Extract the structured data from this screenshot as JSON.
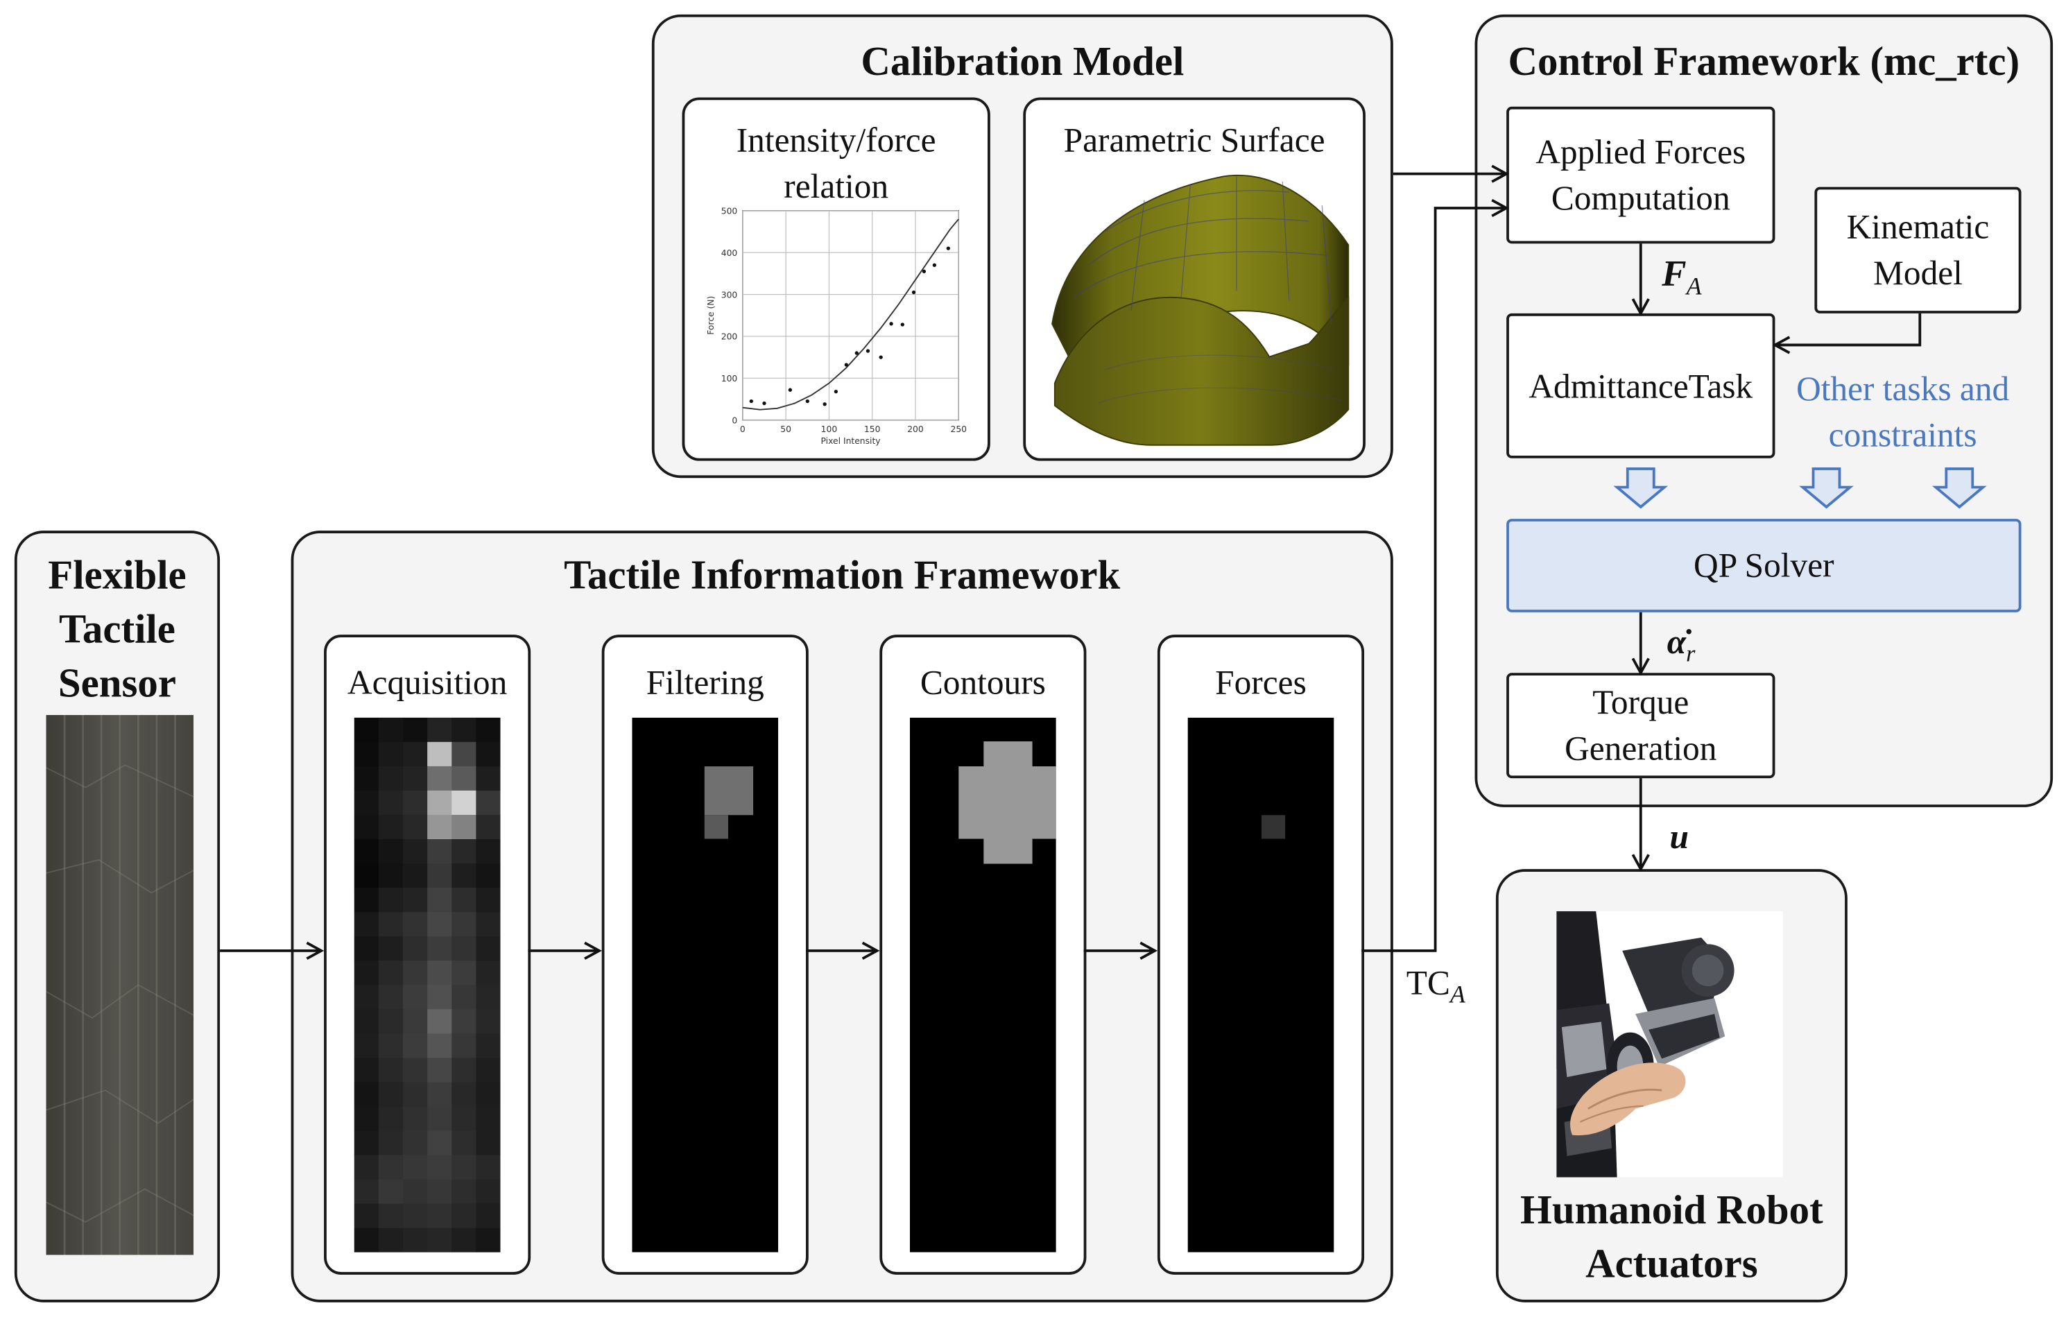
{
  "calibration": {
    "title": "Calibration Model",
    "intensity_label": "Intensity/force relation",
    "surface_label": "Parametric Surface"
  },
  "sensor": {
    "title_line1": "Flexible",
    "title_line2": "Tactile",
    "title_line3": "Sensor"
  },
  "tactile": {
    "title": "Tactile Information Framework",
    "stages": [
      "Acquisition",
      "Filtering",
      "Contours",
      "Forces"
    ]
  },
  "control": {
    "title": "Control Framework (mc_rtc)",
    "applied_forces": "Applied Forces Computation",
    "kinematic": "Kinematic Model",
    "admittance": "AdmittanceTask",
    "other_tasks": "Other tasks and constraints",
    "qp_solver": "QP Solver",
    "torque": "Torque Generation"
  },
  "signals": {
    "fa": "F",
    "fa_sub": "A",
    "alpha": "α̇",
    "alpha_sub": "r",
    "u": "u",
    "tc": "TC",
    "tc_sub": "A"
  },
  "robot": {
    "title_line1": "Humanoid Robot",
    "title_line2": "Actuators"
  },
  "colors": {
    "panel_bg": "#f4f4f4",
    "qp_fill": "#dce6f5",
    "qp_border": "#4a78c0",
    "blue_text": "#4a78c0",
    "surface": "#7f7f14"
  },
  "chart_data": {
    "type": "scatter",
    "title": "",
    "xlabel": "Pixel Intensity",
    "ylabel": "Force (N)",
    "xlim": [
      0,
      250
    ],
    "ylim": [
      0,
      500
    ],
    "x_ticks": [
      0,
      50,
      100,
      150,
      200,
      250
    ],
    "y_ticks": [
      0,
      100,
      200,
      300,
      400,
      500
    ],
    "grid": true,
    "points": [
      {
        "x": 10,
        "y": 45
      },
      {
        "x": 25,
        "y": 40
      },
      {
        "x": 55,
        "y": 72
      },
      {
        "x": 75,
        "y": 45
      },
      {
        "x": 95,
        "y": 38
      },
      {
        "x": 108,
        "y": 68
      },
      {
        "x": 120,
        "y": 132
      },
      {
        "x": 132,
        "y": 160
      },
      {
        "x": 145,
        "y": 165
      },
      {
        "x": 160,
        "y": 150
      },
      {
        "x": 172,
        "y": 230
      },
      {
        "x": 185,
        "y": 228
      },
      {
        "x": 198,
        "y": 305
      },
      {
        "x": 210,
        "y": 355
      },
      {
        "x": 222,
        "y": 370
      },
      {
        "x": 238,
        "y": 410
      }
    ],
    "fit": [
      {
        "x": 0,
        "y": 30
      },
      {
        "x": 20,
        "y": 25
      },
      {
        "x": 40,
        "y": 28
      },
      {
        "x": 60,
        "y": 40
      },
      {
        "x": 80,
        "y": 60
      },
      {
        "x": 100,
        "y": 88
      },
      {
        "x": 120,
        "y": 125
      },
      {
        "x": 140,
        "y": 170
      },
      {
        "x": 160,
        "y": 220
      },
      {
        "x": 180,
        "y": 275
      },
      {
        "x": 200,
        "y": 335
      },
      {
        "x": 220,
        "y": 395
      },
      {
        "x": 240,
        "y": 455
      },
      {
        "x": 250,
        "y": 480
      }
    ]
  }
}
